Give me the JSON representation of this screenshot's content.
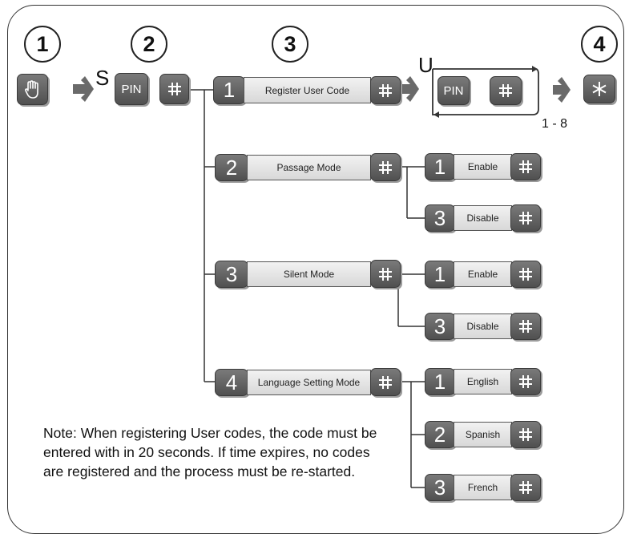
{
  "steps": [
    "1",
    "2",
    "3",
    "4"
  ],
  "s_label": "S",
  "u_label": "U",
  "range_label": "1 - 8",
  "pin_label": "PIN",
  "icons": {
    "start": "hand-icon",
    "arrow": "right-arrow-icon",
    "hash": "hash-icon",
    "star": "star-icon"
  },
  "menu": [
    {
      "number": "1",
      "label": "Register User Code",
      "options": []
    },
    {
      "number": "2",
      "label": "Passage Mode",
      "options": [
        {
          "number": "1",
          "label": "Enable"
        },
        {
          "number": "3",
          "label": "Disable"
        }
      ]
    },
    {
      "number": "3",
      "label": "Silent Mode",
      "options": [
        {
          "number": "1",
          "label": "Enable"
        },
        {
          "number": "3",
          "label": "Disable"
        }
      ]
    },
    {
      "number": "4",
      "label": "Language Setting Mode",
      "options": [
        {
          "number": "1",
          "label": "English"
        },
        {
          "number": "2",
          "label": "Spanish"
        },
        {
          "number": "3",
          "label": "French"
        }
      ]
    }
  ],
  "note": "Note: When registering User codes, the code must be entered with in 20 seconds. If time expires, no codes are registered and the process must be re-started."
}
